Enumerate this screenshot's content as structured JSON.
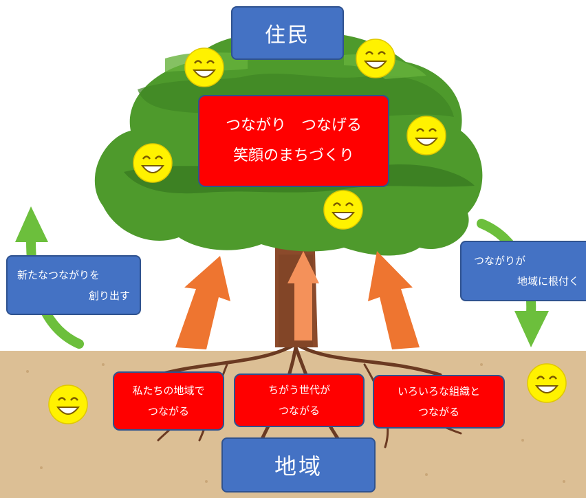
{
  "nodes": {
    "residents": "住民",
    "slogan": [
      "つながり　つなげる",
      "笑顔のまちづくり"
    ],
    "new_connections": [
      "新たなつながりを",
      "創り出す"
    ],
    "rooted": [
      "つながりが",
      "地域に根付く"
    ],
    "root_boxes": [
      [
        "私たちの地域で",
        "つながる"
      ],
      [
        "ちがう世代が",
        "つながる"
      ],
      [
        "いろいろな組織と",
        "つながる"
      ]
    ],
    "region": "地域"
  },
  "colors": {
    "box_blue": "#4472c4",
    "box_red": "#ff0000",
    "leaves": "#4e9a2c",
    "trunk": "#8b4a2b",
    "ground": "#d9b98c",
    "arrow_orange": "#ee7530",
    "arrow_green": "#6cbf3c",
    "smiley": "#fff200"
  },
  "icons": [
    "smiley-face-icon",
    "up-arrow-icon",
    "cycle-arrow-icon"
  ]
}
